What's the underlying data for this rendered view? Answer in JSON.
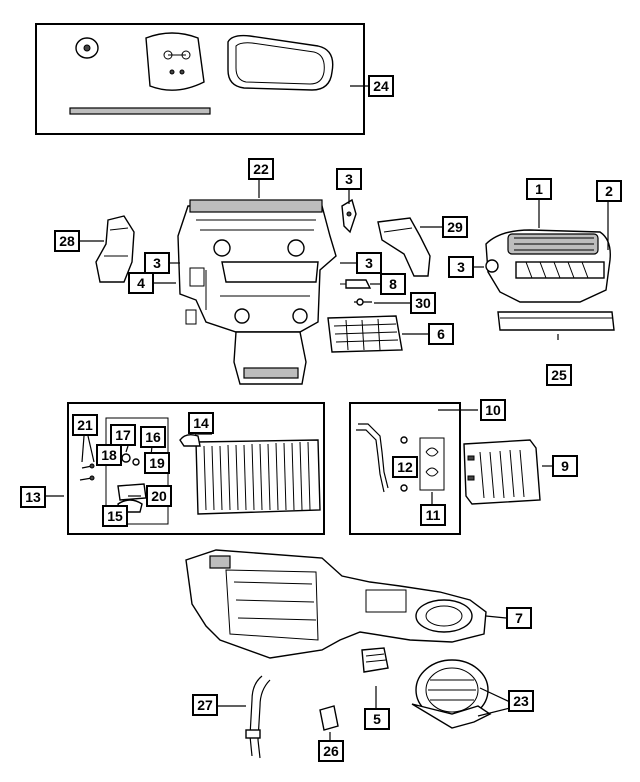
{
  "labels": {
    "l1": "1",
    "l2": "2",
    "l3a": "3",
    "l3b": "3",
    "l3c": "3",
    "l3d": "3",
    "l4": "4",
    "l5": "5",
    "l6": "6",
    "l7": "7",
    "l8": "8",
    "l9": "9",
    "l10": "10",
    "l11": "11",
    "l12": "12",
    "l13": "13",
    "l14": "14",
    "l15": "15",
    "l16": "16",
    "l17": "17",
    "l18": "18",
    "l19": "19",
    "l20": "20",
    "l21": "21",
    "l22": "22",
    "l23": "23",
    "l24": "24",
    "l25": "25",
    "l26": "26",
    "l27": "27",
    "l28": "28",
    "l29": "29",
    "l30": "30"
  }
}
